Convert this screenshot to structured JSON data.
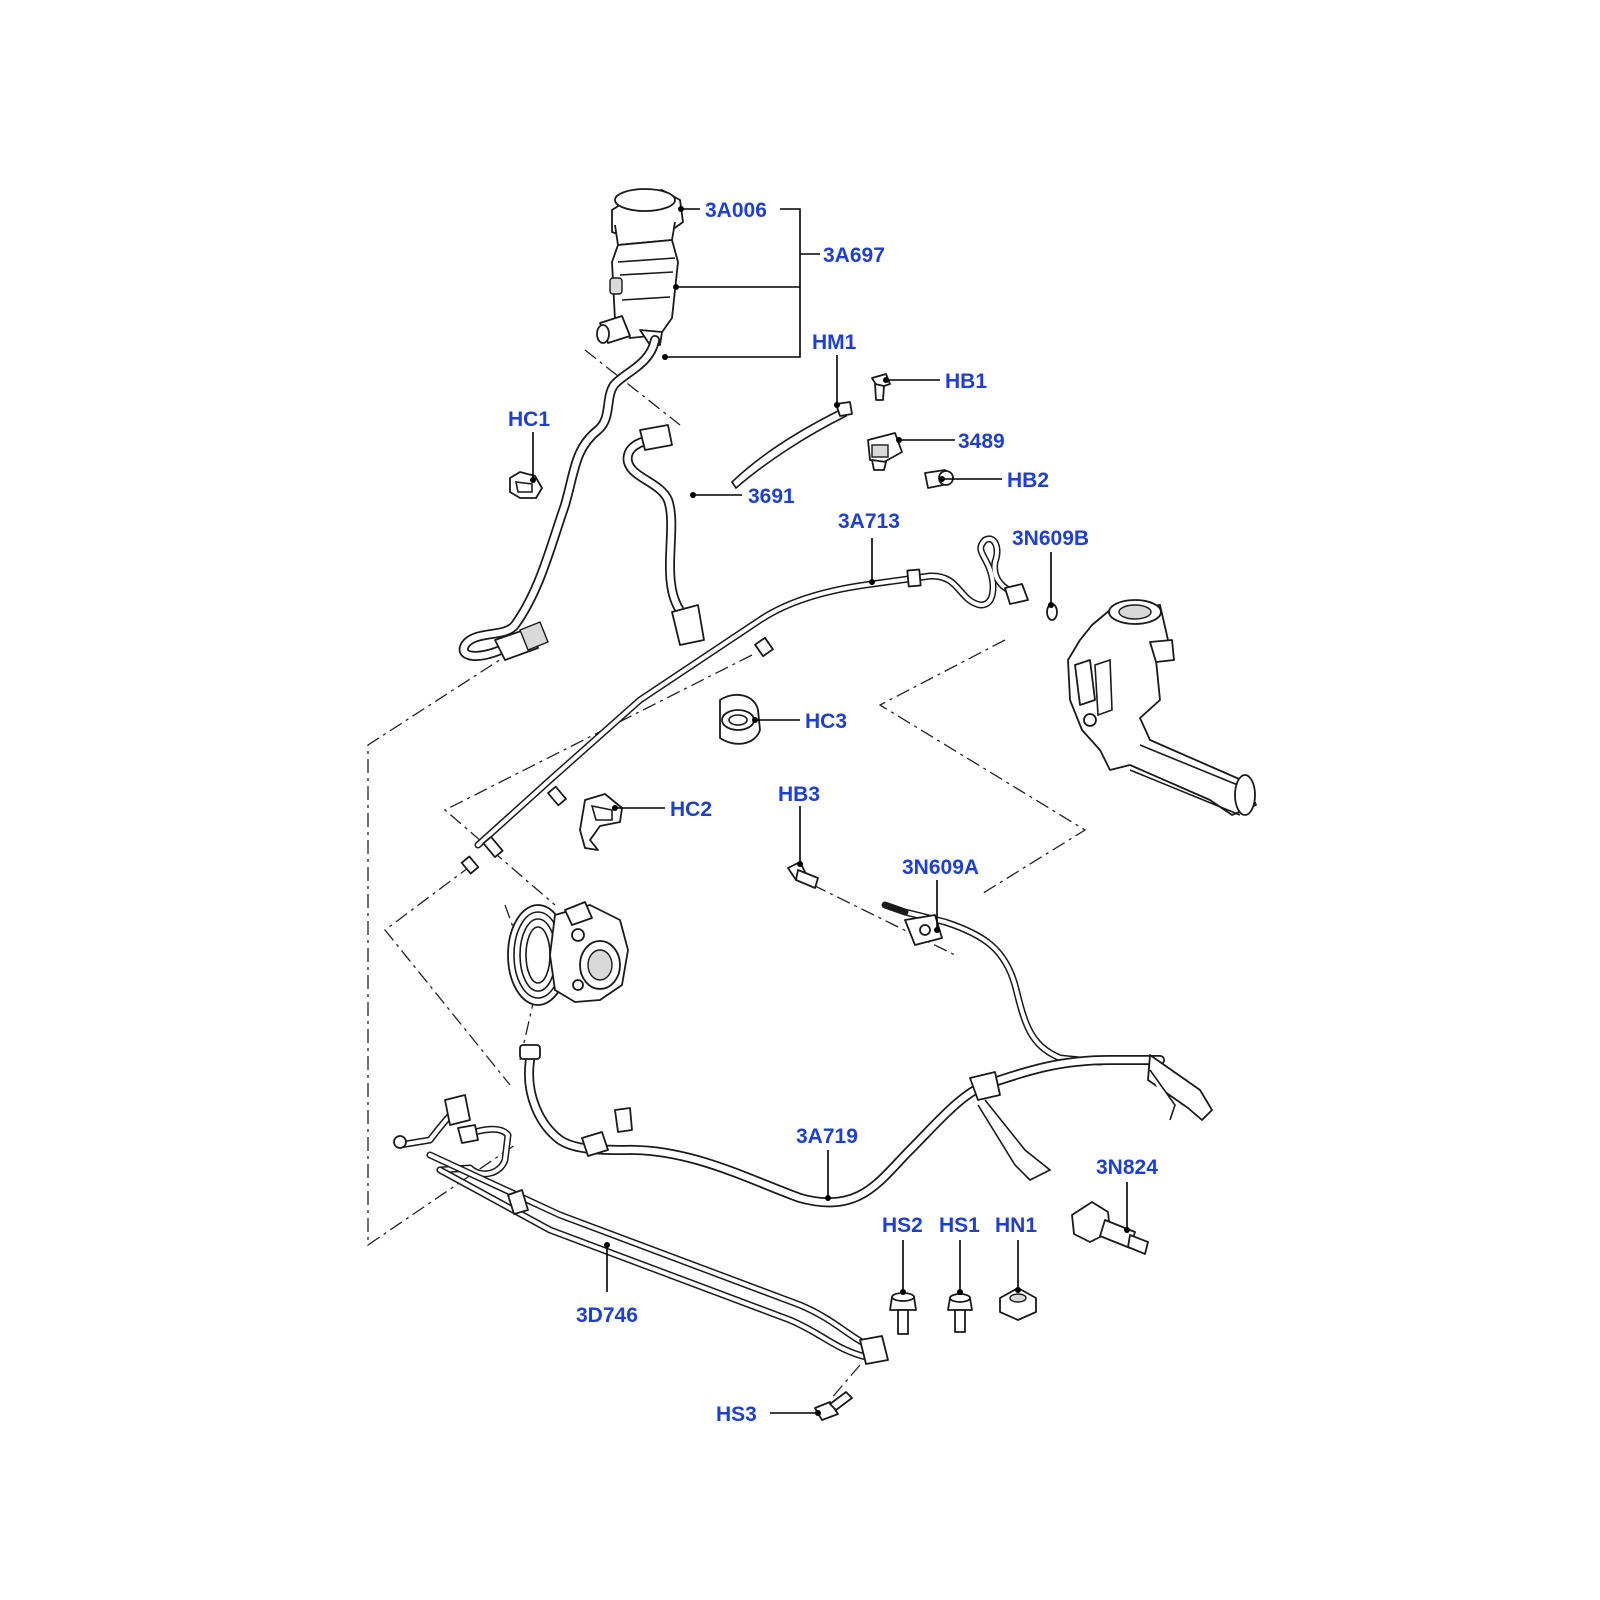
{
  "labels": {
    "3A006": "3A006",
    "3A697": "3A697",
    "HM1": "HM1",
    "HB1": "HB1",
    "HC1": "HC1",
    "3489": "3489",
    "HB2": "HB2",
    "3691": "3691",
    "3A713": "3A713",
    "3N609B": "3N609B",
    "HC3": "HC3",
    "HC2": "HC2",
    "HB3": "HB3",
    "3N609A": "3N609A",
    "3A719": "3A719",
    "3N824": "3N824",
    "HS2": "HS2",
    "HS1": "HS1",
    "HN1": "HN1",
    "3D746": "3D746",
    "HS3": "HS3"
  },
  "colors": {
    "label": "#1f3fd1",
    "line": "#1a1a1a"
  }
}
